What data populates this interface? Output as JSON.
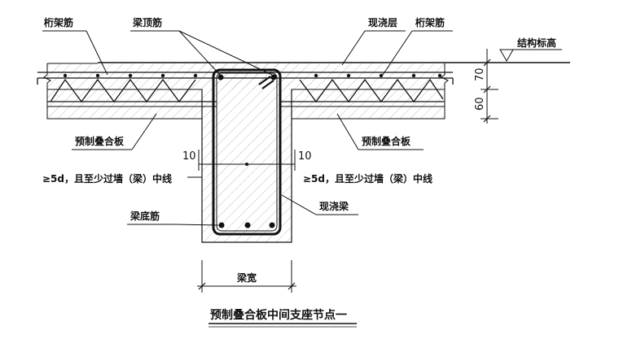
{
  "labels": {
    "truss_left": "桁架筋",
    "beam_top_bar": "梁顶筋",
    "cast_layer": "现浇层",
    "truss_right": "桁架筋",
    "structural_elevation": "结构标高",
    "precast_left": "预制叠合板",
    "precast_right": "预制叠合板",
    "dim_left_10": "10",
    "dim_right_10": "10",
    "anchor_left": "≥5d，且至少过墙（梁）中线",
    "anchor_right": "≥5d，且至少过墙（梁）中线",
    "beam_bottom_bar": "梁底筋",
    "cast_beam": "现浇梁",
    "beam_width": "梁宽",
    "dim_70": "70",
    "dim_60": "60"
  },
  "title": "预制叠合板中间支座节点一",
  "colors": {
    "line": "#111111",
    "hatch": "#9a9a9a",
    "rebar": "#111111"
  }
}
